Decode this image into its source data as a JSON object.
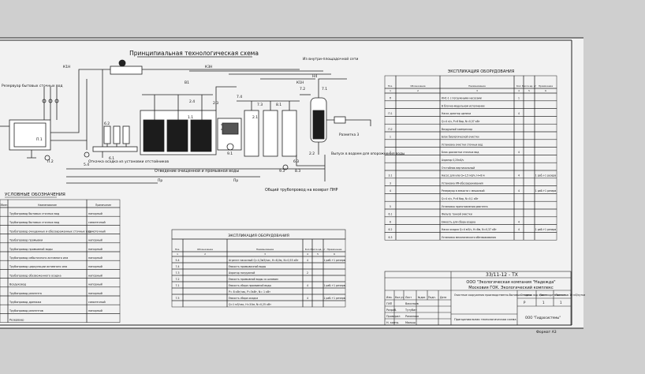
{
  "drawing": {
    "title": "Принципиальная технологическая схема",
    "labels": {
      "header_left": "Резервуар бытовых сточных вод",
      "pipe_k1": "К1Н",
      "pipe_k3": "К3Н",
      "pipe_v1": "В1",
      "pipe_k1h_right": "К1Н",
      "pipe_n4": "Н4",
      "pipe_pr": "Пр",
      "from_network": "Из внутри-площадочной сети",
      "bottom_left_caption": "Откачка осадка из установки отстойников",
      "bottom_mid_caption": "Отведение очищенной и промывной воды",
      "bottom_right_caption": "Общий трубопровод на возврат ПНР",
      "side_note": "Выпуск в водоем для опорожнения воды",
      "note_small": "Разметка 3"
    },
    "tags": [
      "П.1",
      "П.2",
      "6.2",
      "6.1",
      "6.3",
      "5.4",
      "7.4",
      "7.3",
      "7.2",
      "7.1",
      "8.1",
      "9.1",
      "9.3",
      "8.3",
      "2.1",
      "2.2",
      "2.3",
      "2.4",
      "1.1"
    ]
  },
  "legend": {
    "title": "УСЛОВНЫЕ ОБОЗНАЧЕНИЯ",
    "headers": [
      "Обозн.",
      "Наименование",
      "Примечание"
    ],
    "rows": [
      [
        "",
        "Трубопровод бытовых сточных вод",
        "напорный"
      ],
      [
        "",
        "Трубопровод бытовых сточных вод",
        "самотечный"
      ],
      [
        "",
        "Трубопровод очищенных и обеззараженных сточных вод",
        "самотечный"
      ],
      [
        "",
        "Трубопровод промывки",
        "напорный"
      ],
      [
        "",
        "Трубопровод промывной воды",
        "напорный"
      ],
      [
        "",
        "Трубопровод избыточного активного ила",
        "напорный"
      ],
      [
        "",
        "Трубопровод циркуляции активного ила",
        "напорный"
      ],
      [
        "",
        "Трубопровод обезвоженного осадка",
        "напорный"
      ],
      [
        "",
        "Воздуховод",
        "напорный"
      ],
      [
        "",
        "Трубопровод реагента",
        "напорный"
      ],
      [
        "",
        "Трубопровод дренажа",
        "самотечный"
      ],
      [
        "",
        "Трубопровод реагентов",
        "напорный"
      ],
      [
        "",
        "Резервуар",
        ""
      ]
    ]
  },
  "mid_table": {
    "title": "ЭКСПЛИКАЦИЯ ОБОРУДОВАНИЯ",
    "headers": [
      "Поз.",
      "Обозначение",
      "Наименование",
      "Кол.",
      "Масса ед. кг",
      "Примечание"
    ],
    "num_row": [
      "1",
      "2",
      "3",
      "4",
      "5",
      "6"
    ],
    "rows": [
      [
        "5.4",
        "",
        "Агрегат насосный Q=4,3м3/час, Н=8,0м, N=0,55 кВт",
        "4",
        "",
        "1 раб.+1 резерв"
      ],
      [
        "7.4",
        "",
        "Емкость промывочной воды",
        "",
        "",
        ""
      ],
      [
        "7.3",
        "",
        "Аэратор погружной",
        "2",
        "",
        ""
      ],
      [
        "7.2",
        "",
        "Емкость промывной воды со шламом",
        "",
        "",
        ""
      ],
      [
        "7.1",
        "",
        "Емкость сбора промывной воды",
        "4",
        "",
        "1 раб.+1 резерв"
      ],
      [
        "",
        "",
        "Р= 8 кВт/час, Р=3кВт, N= 1 кВт",
        "",
        "",
        ""
      ],
      [
        "7.5",
        "",
        "Емкость сбора осадка",
        "4",
        "",
        "1 раб.+1 резерв"
      ],
      [
        "",
        "",
        "Q=1 м3/час, Н=20м, N=0,25 кВт",
        "",
        "",
        ""
      ]
    ]
  },
  "right_table": {
    "title": "ЭКСПЛИКАЦИЯ ОБОРУДОВАНИЯ",
    "headers": [
      "Поз.",
      "Обозначение",
      "Наименование",
      "Кол.",
      "Масса ед. кг",
      "Примечание"
    ],
    "num_row": [
      "1",
      "2",
      "3",
      "4",
      "5",
      "6"
    ],
    "rows": [
      [
        "П",
        "",
        "КНС-1 с погружными насосами",
        "1",
        "",
        ""
      ],
      [
        "",
        "",
        "В блочно-модульном исполнении",
        "",
        "",
        ""
      ],
      [
        "П.1",
        "",
        "Насос дозатор щелочи",
        "4",
        "",
        ""
      ],
      [
        "",
        "",
        "Q=4 л/ч, Р=6 бар, N=0,37 кВт",
        "",
        "",
        ""
      ],
      [
        "П.2",
        "",
        "Воздушный компрессор",
        "",
        "",
        ""
      ],
      [
        "1",
        "",
        "Блок биологической очистки",
        "",
        "",
        ""
      ],
      [
        "",
        "",
        "Установка очистки сточных вод",
        "",
        "",
        ""
      ],
      [
        "2",
        "",
        "Блок доочистки сточных вод",
        "4",
        "",
        ""
      ],
      [
        "",
        "",
        "Аэратор 0,25м3/ч",
        "",
        "",
        ""
      ],
      [
        "",
        "",
        "Отстойник вертикальный",
        "",
        "",
        ""
      ],
      [
        "3.1",
        "",
        "Насос для ила Q=1,5 м3/ч, Н=8 м",
        "4",
        "",
        "1 раб.+1 резерв"
      ],
      [
        "3",
        "",
        "Установка УФ-обеззараживания",
        "",
        "",
        ""
      ],
      [
        "4",
        "",
        "Резервуар в емкости с мешалкой",
        "4",
        "",
        "1 раб.+1 резерв"
      ],
      [
        "",
        "",
        "Q=4 л/ч, Р=6 бар, N=0,1 кВт",
        "",
        "",
        ""
      ],
      [
        "5",
        "",
        "Установка приготовления реагента",
        "",
        "",
        ""
      ],
      [
        "6.1",
        "",
        "Фильтр тонкой очистки",
        "",
        "",
        ""
      ],
      [
        "6",
        "",
        "Емкость для сбора осадка",
        "4",
        "",
        ""
      ],
      [
        "6.2",
        "",
        "Насос осадка Q=4 м3/ч, Н=8м, N=0,37 кВт",
        "4",
        "",
        "1 раб.+1 резерв"
      ],
      [
        "6.3",
        "",
        "Установка механического обезвоживания",
        "",
        "",
        ""
      ]
    ]
  },
  "title_block": {
    "code": "33/11-12 - ТХ",
    "org_line1": "ООО \"Экологическая компания \"Надежда\"",
    "org_line2": "Московия ГОК. Экологический комплекс",
    "desc": "Очистные сооружения производственно-бытовых сточных вод производительностью 10 м3/сутки",
    "sheet_title": "Принципиальная технологическая схема",
    "stage": "Р",
    "sheet": "1",
    "sheets": "1",
    "company": "ООО \"Гидросистемы\"",
    "col_stage": "Стадия",
    "col_sheet": "Лист",
    "col_sheets": "Листов",
    "rev_headers": [
      "Изм.",
      "Кол.уч",
      "Лист",
      "№док",
      "Подп.",
      "Дата"
    ],
    "roles": [
      [
        "ГИП",
        "Васильев"
      ],
      [
        "Разраб.",
        "Тутубин"
      ],
      [
        "Проверил",
        "Романова"
      ],
      [
        "Н. контр.",
        "Малыш"
      ]
    ],
    "format": "Формат А3"
  }
}
